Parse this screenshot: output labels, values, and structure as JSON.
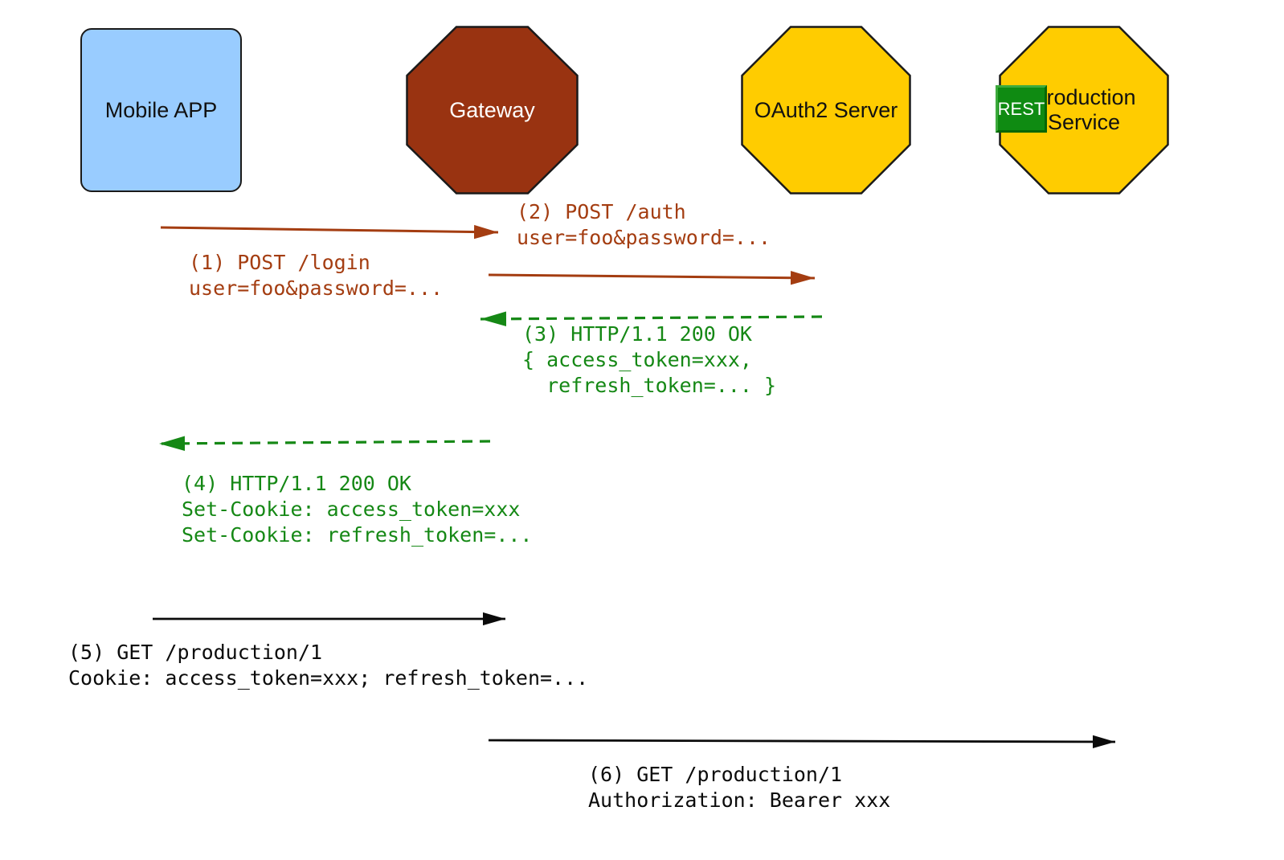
{
  "diagram": {
    "type": "sequence-flow",
    "background": "#FFFFFF",
    "description_colors": {
      "request_brown": "#A43D11",
      "response_green": "#158815",
      "plain_black": "#0B0B0B",
      "node_blue": "#99CCFF",
      "node_dark_red": "#993311",
      "node_yellow": "#FFCC00",
      "badge_green": "#0F8B12",
      "outline": "#1A1A1A"
    }
  },
  "nodes": {
    "mobile_app": {
      "label": "Mobile APP",
      "shape": "rounded-rect",
      "fill": "#99CCFF",
      "text_color": "#111111"
    },
    "gateway": {
      "label": "Gateway",
      "shape": "octagon",
      "fill": "#993311",
      "text_color": "#FFFFFF"
    },
    "oauth2_server": {
      "label": "OAuth2 Server",
      "shape": "octagon",
      "fill": "#FFCC00",
      "text_color": "#111111"
    },
    "production_service": {
      "label": "Production\nService",
      "shape": "octagon",
      "fill": "#FFCC00",
      "text_color": "#111111",
      "badge": {
        "label": "REST",
        "fill": "#0F8B12",
        "text_color": "#FFFFFF"
      }
    }
  },
  "messages": [
    {
      "id": 1,
      "text": "(1) POST /login\nuser=foo&password=...",
      "color": "#A43D11",
      "arrow_style": "solid",
      "direction": "Mobile APP → Gateway"
    },
    {
      "id": 2,
      "text": "(2) POST /auth\nuser=foo&password=...",
      "color": "#A43D11",
      "arrow_style": "solid",
      "direction": "Gateway → OAuth2 Server"
    },
    {
      "id": 3,
      "text": "(3) HTTP/1.1 200 OK\n{ access_token=xxx,\n  refresh_token=... }",
      "color": "#158815",
      "arrow_style": "dashed",
      "direction": "OAuth2 Server → Gateway"
    },
    {
      "id": 4,
      "text": "(4) HTTP/1.1 200 OK\nSet-Cookie: access_token=xxx\nSet-Cookie: refresh_token=...",
      "color": "#158815",
      "arrow_style": "dashed",
      "direction": "Gateway → Mobile APP"
    },
    {
      "id": 5,
      "text": "(5) GET /production/1\nCookie: access_token=xxx; refresh_token=...",
      "color": "#0B0B0B",
      "arrow_style": "solid",
      "direction": "Mobile APP → Gateway"
    },
    {
      "id": 6,
      "text": "(6) GET /production/1\nAuthorization: Bearer xxx",
      "color": "#0B0B0B",
      "arrow_style": "solid",
      "direction": "Gateway → Production Service"
    }
  ]
}
